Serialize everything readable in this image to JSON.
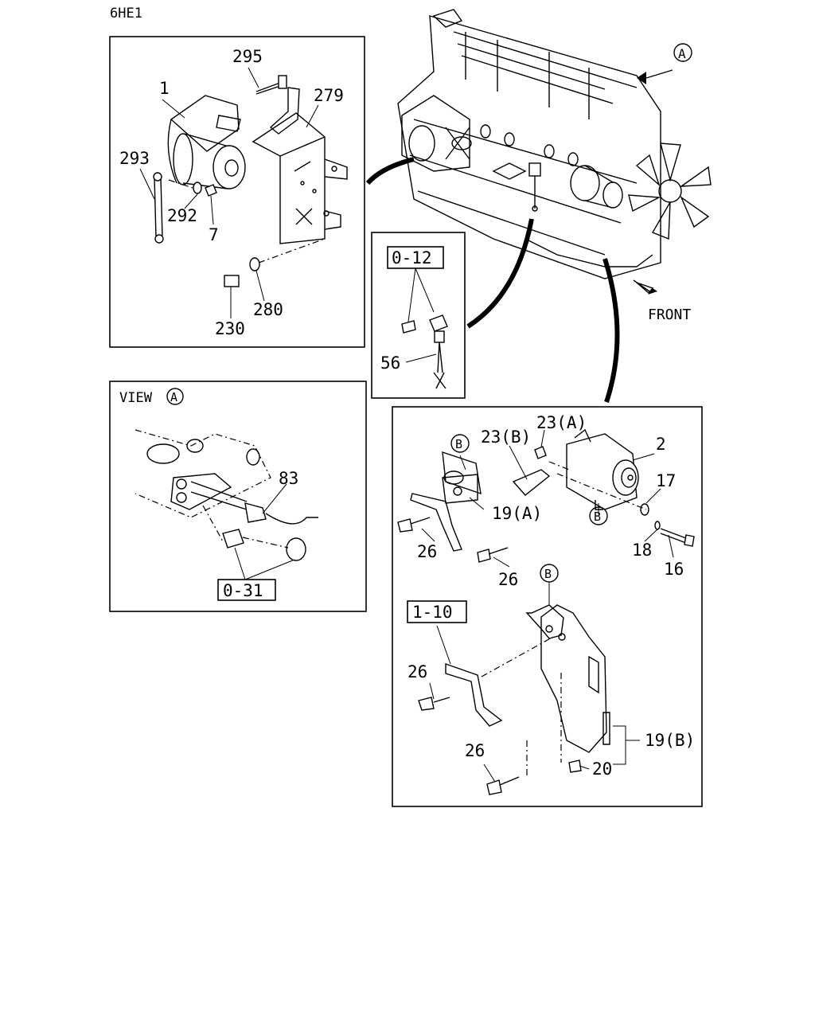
{
  "header": {
    "model_code": "6HE1"
  },
  "view_a": {
    "title": "VIEW",
    "marker": "A"
  },
  "engine": {
    "arrow_marker": "A",
    "front_label": "FRONT"
  },
  "ref_boxes": {
    "r012": "0-12",
    "r031": "0-31",
    "r110": "1-10"
  },
  "callouts": {
    "p295": "295",
    "p1": "1",
    "p279": "279",
    "p293": "293",
    "p292": "292",
    "p7": "7",
    "p280": "280",
    "p230": "230",
    "p56": "56",
    "p83": "83",
    "p23b": "23(B)",
    "p23a": "23(A)",
    "p2": "2",
    "p17": "17",
    "p19a": "19(A)",
    "p26a": "26",
    "p26b": "26",
    "p18": "18",
    "p16": "16",
    "p26c": "26",
    "p26d": "26",
    "p19b": "19(B)",
    "p20": "20"
  },
  "markers": {
    "b1": "B",
    "b2": "B",
    "b3": "B"
  }
}
